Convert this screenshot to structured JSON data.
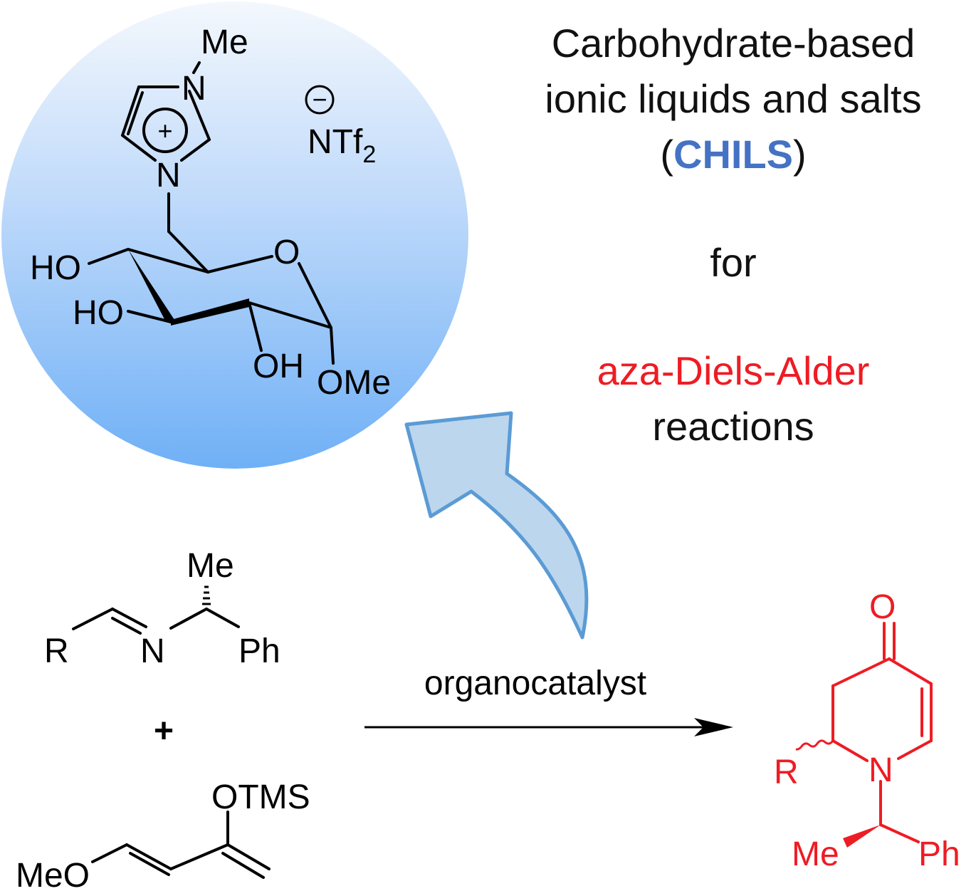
{
  "title": {
    "line1": "Carbohydrate-based",
    "line2": "ionic liquids and salts",
    "paren_open": "(",
    "acronym": "CHILS",
    "paren_close": ")",
    "for": "for",
    "reaction": "aza-Diels-Alder",
    "reactions": "reactions"
  },
  "catalyst": {
    "n_methyl": "Me",
    "n1": "N",
    "n3": "N",
    "plus": "+",
    "minus": "−",
    "anion_main": "NTf",
    "anion_sub": "2",
    "ring_o": "O",
    "ho_1": "HO",
    "ho_2": "HO",
    "oh_3": "OH",
    "ome": "OMe"
  },
  "imine": {
    "me": "Me",
    "r": "R",
    "n": "N",
    "ph": "Ph"
  },
  "plus_sign": "+",
  "diene": {
    "otms": "OTMS",
    "meo": "MeO"
  },
  "arrow_label": "organocatalyst",
  "product": {
    "o": "O",
    "r": "R",
    "n": "N",
    "me": "Me",
    "ph": "Ph"
  },
  "colors": {
    "accent_blue": "#4472c4",
    "accent_red": "#ee1c24",
    "circle_top": "#eef4fc",
    "circle_bottom": "#78b4f6",
    "curved_arrow_fill": "#bcd6ee",
    "curved_arrow_stroke": "#5b9bd5"
  }
}
